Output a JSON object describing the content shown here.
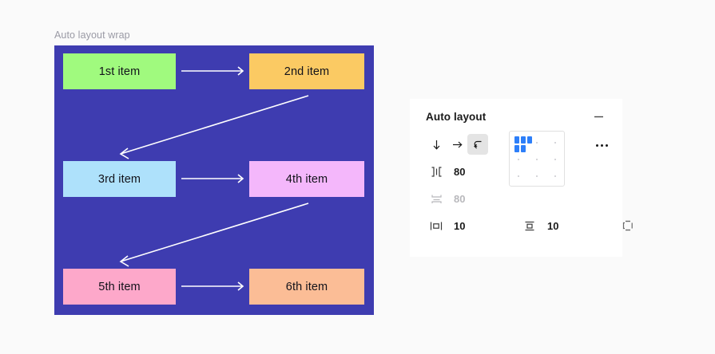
{
  "canvas": {
    "caption": "Auto layout wrap",
    "background_color": "#3e3cb0",
    "items": [
      {
        "label": "1st item",
        "color": "#a0fa7e"
      },
      {
        "label": "2nd item",
        "color": "#fbca63"
      },
      {
        "label": "3rd item",
        "color": "#aee1fb"
      },
      {
        "label": "4th item",
        "color": "#f4b7fb"
      },
      {
        "label": "5th item",
        "color": "#fda8ca"
      },
      {
        "label": "6th item",
        "color": "#fbbd96"
      }
    ],
    "flow_arrow_color": "#ffffff"
  },
  "panel": {
    "title": "Auto layout",
    "collapse_icon": "minus-icon",
    "more_icon": "ellipsis-icon",
    "direction": {
      "options": [
        {
          "name": "vertical",
          "icon": "arrow-down-icon",
          "selected": false
        },
        {
          "name": "horizontal",
          "icon": "arrow-right-icon",
          "selected": false
        },
        {
          "name": "wrap",
          "icon": "wrap-return-icon",
          "selected": true
        }
      ]
    },
    "spacing": {
      "horizontal_gap": {
        "icon": "horizontal-gap-icon",
        "value": "80",
        "enabled": true
      },
      "vertical_gap": {
        "icon": "vertical-gap-icon",
        "value": "80",
        "enabled": false
      }
    },
    "padding": {
      "horizontal": {
        "icon": "horizontal-padding-icon",
        "value": "10"
      },
      "vertical": {
        "icon": "vertical-padding-icon",
        "value": "10"
      },
      "individual": {
        "icon": "individual-padding-icon"
      }
    },
    "alignment_grid": {
      "name": "alignment-grid",
      "selected_position": "top-left",
      "accent_color": "#2d7ff9",
      "dot_color": "#c9c9cf"
    }
  }
}
